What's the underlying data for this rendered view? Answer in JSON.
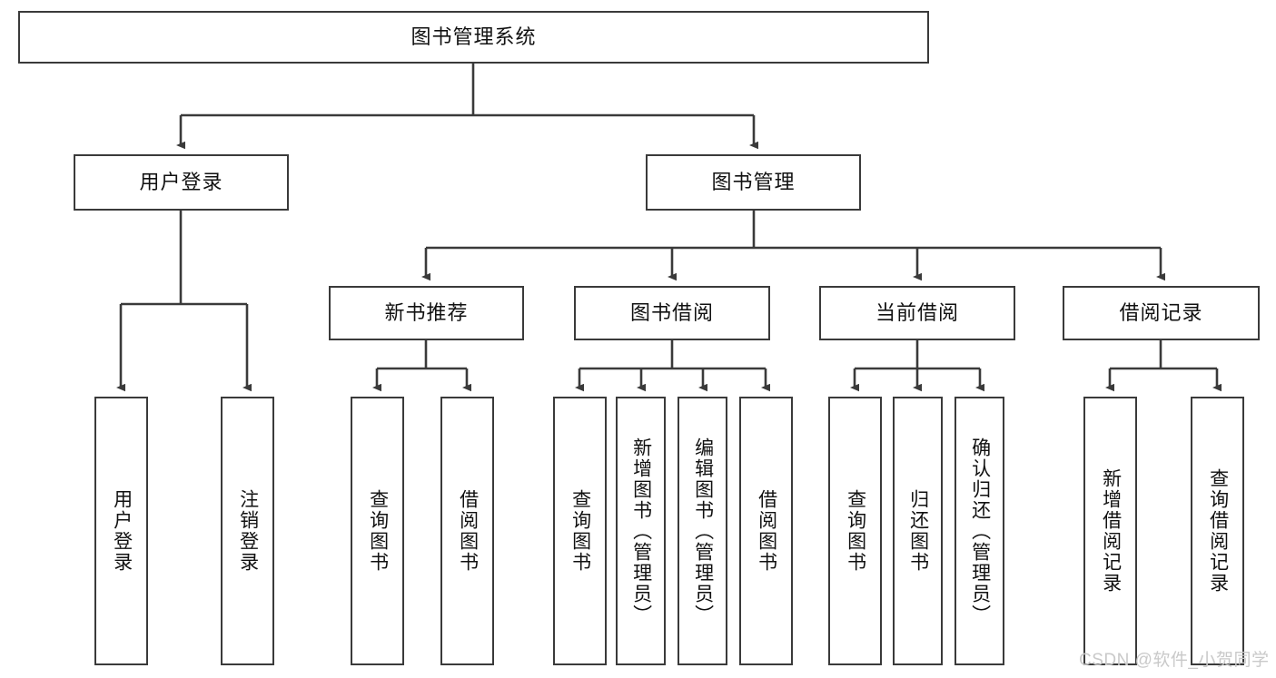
{
  "diagram": {
    "type": "tree-hierarchy",
    "title": "图书管理系统",
    "watermark": "CSDN @软件_小贺同学",
    "colors": {
      "box_border": "#3a3a3a",
      "box_fill": "#ffffff",
      "line": "#3a3a3a",
      "text": "#111111",
      "watermark": "#c9c9c9",
      "background": "#ffffff"
    },
    "levels": {
      "root": {
        "label": "图书管理系统"
      },
      "level2": [
        {
          "label": "用户登录"
        },
        {
          "label": "图书管理"
        }
      ],
      "level3": [
        {
          "label": "新书推荐"
        },
        {
          "label": "图书借阅"
        },
        {
          "label": "当前借阅"
        },
        {
          "label": "借阅记录"
        }
      ],
      "leaves": [
        {
          "label": "用户登录",
          "parent": "用户登录"
        },
        {
          "label": "注销登录",
          "parent": "用户登录"
        },
        {
          "label": "查询图书",
          "parent": "新书推荐"
        },
        {
          "label": "借阅图书",
          "parent": "新书推荐"
        },
        {
          "label": "查询图书",
          "parent": "图书借阅"
        },
        {
          "label": "新增图书（管理员）",
          "parent": "图书借阅"
        },
        {
          "label": "编辑图书（管理员）",
          "parent": "图书借阅"
        },
        {
          "label": "借阅图书",
          "parent": "图书借阅"
        },
        {
          "label": "查询图书",
          "parent": "当前借阅"
        },
        {
          "label": "归还图书",
          "parent": "当前借阅"
        },
        {
          "label": "确认归还（管理员）",
          "parent": "当前借阅"
        },
        {
          "label": "新增借阅记录",
          "parent": "借阅记录"
        },
        {
          "label": "查询借阅记录",
          "parent": "借阅记录"
        }
      ]
    }
  }
}
